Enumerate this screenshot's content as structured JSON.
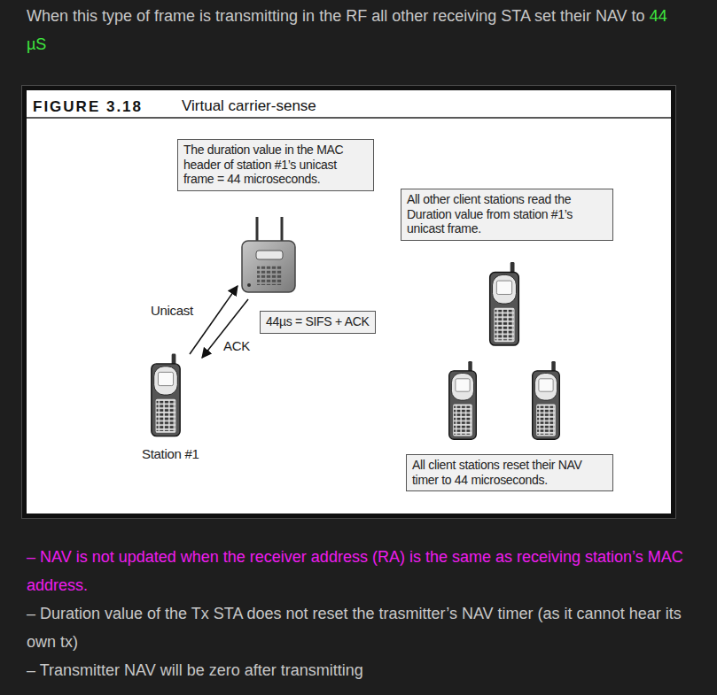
{
  "diagram": {
    "title": "Virtual carrier-sense",
    "nodes": [
      {
        "text": [
          "The duration value in the MAC header of station #1’s unicast frame = 44 microseconds."
        ]
      },
      {
        "text": [
          "All other client stations read the Duration value from station #1’s unicast frame."
        ]
      },
      {
        "text": [
          "44µs = SIFS + ACK"
        ]
      },
      {
        "text": [
          "All client stations reset their NAV timer to 44 microseconds."
        ]
      }
    ],
    "labels": [
      "When this type of frame is transmitting in the RF all other receiving STA set their NAV to",
      "44 µS",
      "FIGURE 3.18",
      "Unicast",
      "ACK",
      "Station #1",
      "– NAV is not updated when the receiver address (RA) is the same as receiving station’s MAC address.",
      "– Duration value of the Tx STA does not reset the trasmitter’s NAV timer (as it cannot hear its own tx)",
      "– Transmitter NAV will be zero after transmitting"
    ]
  }
}
